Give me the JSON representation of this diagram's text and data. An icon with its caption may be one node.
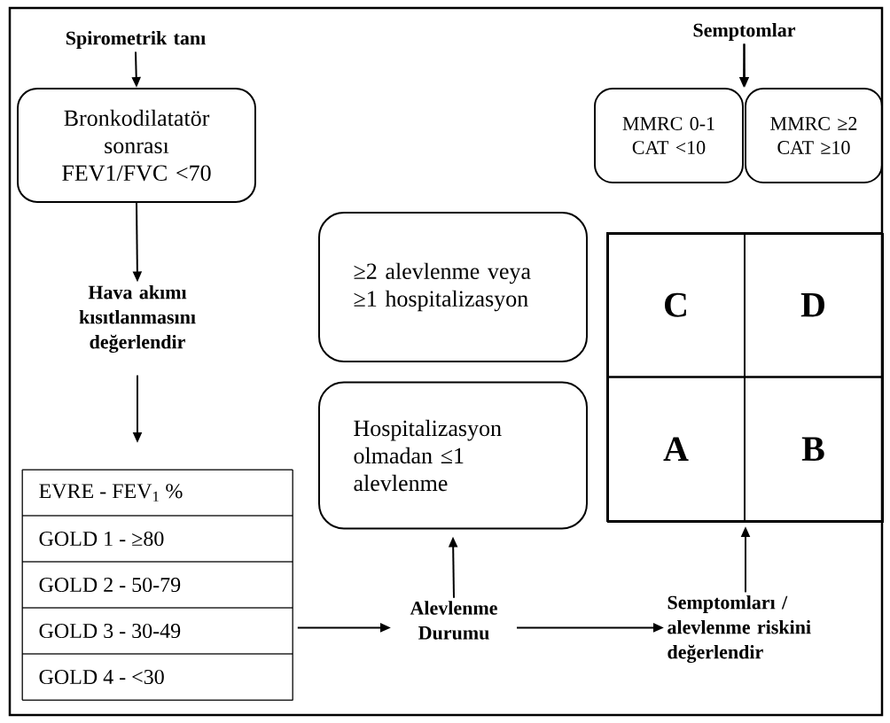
{
  "diagram": {
    "nodes": [
      {
        "text": [
          "Spirometrik tanı"
        ]
      },
      {
        "text": [
          "Bronkodilatatör sonrası FEV1/FVC <70"
        ]
      },
      {
        "text": [
          "Hava akımı kısıtlanmasını değerlendir"
        ]
      },
      {
        "text": [
          "EVRE - FEV$_{1}$ %",
          "GOLD 1 - ≥80",
          "GOLD 2 - 50-79",
          "GOLD 3 - 30-49",
          "GOLD 4 - <30"
        ]
      },
      {
        "text": [
          "Alevlenme Durumu"
        ]
      },
      {
        "text": [
          "≥2 alevlenme veya ≥1 hospitalizasyon"
        ]
      },
      {
        "text": [
          "Hospitalizasyon olmadan ≤1 alevlenme"
        ]
      },
      {
        "text": [
          "Semptomları / alevlenme riskini değerlendir"
        ]
      },
      {
        "text": [
          "C",
          "D",
          "A",
          "B"
        ]
      },
      {
        "text": [
          "Semptomlar"
        ]
      },
      {
        "text": [
          "MMRC 0-1 CAT <10"
        ]
      },
      {
        "text": [
          "MMRC ≥2 CAT ≥10"
        ]
      }
    ],
    "edges": [
      {
        "from": 0,
        "to": 1,
        "arrow": "to"
      },
      {
        "from": 1,
        "to": 2,
        "arrow": "to"
      },
      {
        "from": 2,
        "to": 3,
        "arrow": "to"
      },
      {
        "from": 3,
        "to": 4,
        "arrow": "to"
      },
      {
        "from": 4,
        "to": 6,
        "arrow": "to"
      },
      {
        "from": 4,
        "to": 7,
        "arrow": "to"
      },
      {
        "from": 7,
        "to": 8,
        "arrow": "to"
      },
      {
        "from": 9,
        "to": 10,
        "arrow": "to"
      },
      {
        "from": 9,
        "to": 11,
        "arrow": "to"
      }
    ]
  }
}
